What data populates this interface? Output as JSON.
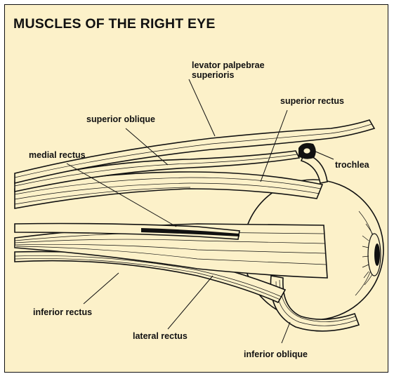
{
  "title": "MUSCLES OF THE RIGHT EYE",
  "labels": {
    "levator_line1": "levator palpebrae",
    "levator_line2": "superioris",
    "superior_rectus": "superior rectus",
    "superior_oblique": "superior oblique",
    "medial_rectus": "medial rectus",
    "trochlea": "trochlea",
    "inferior_rectus": "inferior rectus",
    "lateral_rectus": "lateral rectus",
    "inferior_oblique": "inferior oblique"
  }
}
